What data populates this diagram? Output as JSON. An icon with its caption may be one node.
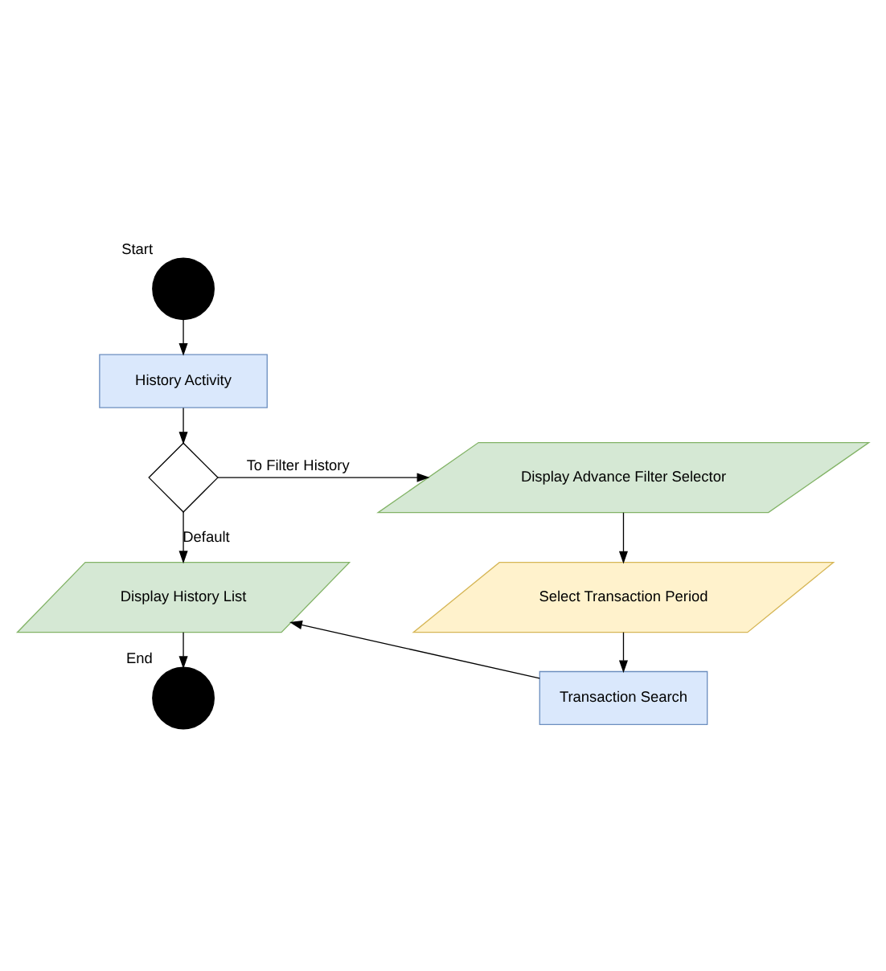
{
  "diagram": {
    "nodes": [
      {
        "text": [],
        "shape": "circle",
        "beside": [
          "Start"
        ]
      },
      {
        "text": [
          "History Activity"
        ]
      },
      {
        "text": [],
        "shape": "diamond"
      },
      {
        "text": [
          "Display Advance Filter Selector"
        ]
      },
      {
        "text": [
          "Display History List"
        ]
      },
      {
        "text": [
          "Select Transaction Period"
        ]
      },
      {
        "text": [
          "Transaction Search"
        ]
      },
      {
        "text": [],
        "shape": "circle",
        "beside": [
          "End"
        ]
      }
    ],
    "edges": [
      {
        "from": 0,
        "to": 1,
        "arrow": "to"
      },
      {
        "from": 1,
        "to": 2,
        "arrow": "to"
      },
      {
        "from": 2,
        "to": 3,
        "arrow": "to",
        "label": "To Filter History"
      },
      {
        "from": 2,
        "to": 4,
        "arrow": "to",
        "label": "Default"
      },
      {
        "from": 3,
        "to": 5,
        "arrow": "to"
      },
      {
        "from": 5,
        "to": 6,
        "arrow": "to"
      },
      {
        "from": 6,
        "to": 4,
        "arrow": "to"
      },
      {
        "from": 4,
        "to": 7,
        "arrow": "to"
      }
    ]
  }
}
